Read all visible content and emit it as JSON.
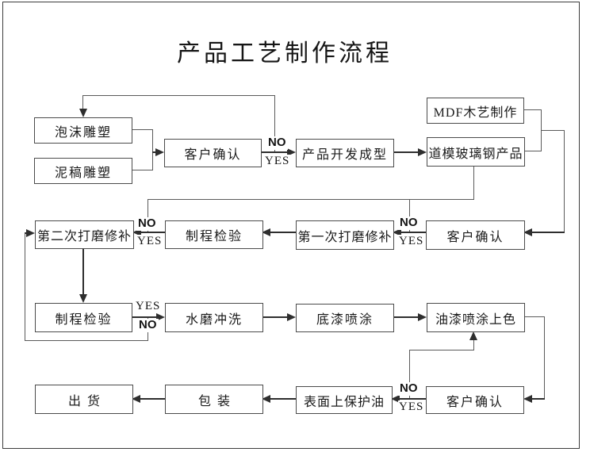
{
  "title": "产品工艺制作流程",
  "decision_labels": {
    "no": "NO",
    "yes": "YES"
  },
  "colors": {
    "ink": "#2e2e2e",
    "line": "#5a5a5a",
    "background": "#ffffff"
  },
  "nodes": {
    "foam": {
      "label": "泡沫雕塑"
    },
    "clay": {
      "label": "泥稿雕塑"
    },
    "customer_confirm_1": {
      "label": "客户确认"
    },
    "product_develop": {
      "label": "产品开发成型"
    },
    "mdf": {
      "label": "MDF木艺制作"
    },
    "fiberglass": {
      "label": "道模玻璃钢产品"
    },
    "second_polish": {
      "label": "第二次打磨修补"
    },
    "process_inspect_mid": {
      "label": "制程检验"
    },
    "first_polish": {
      "label": "第一次打磨修补"
    },
    "customer_confirm_2": {
      "label": "客户确认"
    },
    "process_inspect_low": {
      "label": "制程检验"
    },
    "water_wash": {
      "label": "水磨冲洗"
    },
    "primer_spray": {
      "label": "底漆喷涂"
    },
    "paint_color": {
      "label": "油漆喷涂上色"
    },
    "ship": {
      "label": "出货"
    },
    "pack": {
      "label": "包装"
    },
    "protective_oil": {
      "label": "表面上保护油"
    },
    "customer_confirm_3": {
      "label": "客户确认"
    }
  }
}
